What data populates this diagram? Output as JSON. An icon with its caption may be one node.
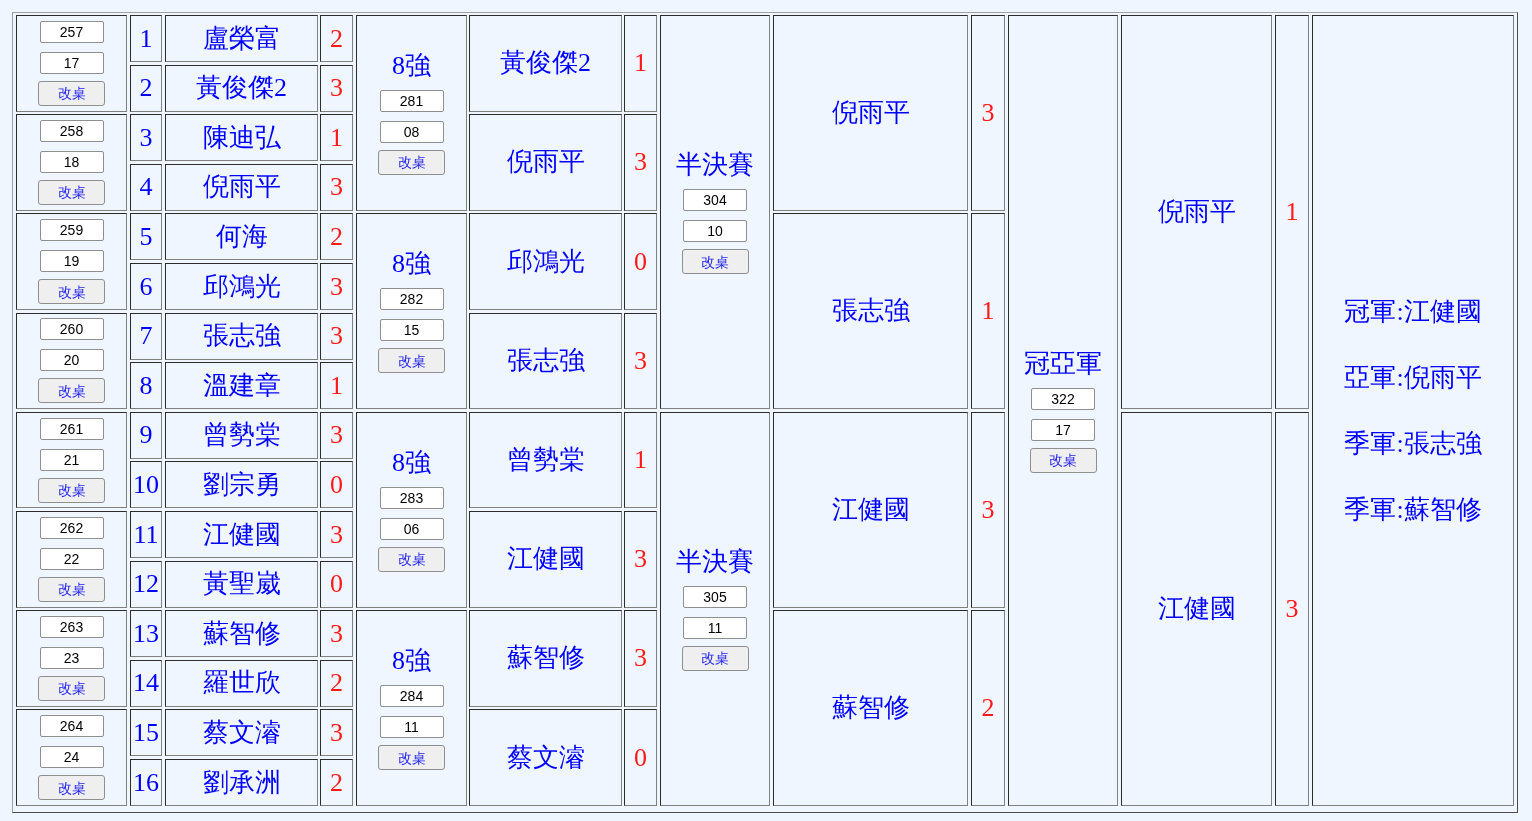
{
  "diagram": {
    "nodes": [
      {
        "text": [
          "257",
          "17",
          "改桌"
        ]
      },
      {
        "text": [
          "1"
        ]
      },
      {
        "text": [
          "盧榮富"
        ]
      },
      {
        "text": [
          "2"
        ]
      },
      {
        "text": [
          "8強",
          "281",
          "08",
          "改桌"
        ]
      },
      {
        "text": [
          "黃俊傑2"
        ]
      },
      {
        "text": [
          "1"
        ]
      },
      {
        "text": [
          "半決賽",
          "304",
          "10",
          "改桌"
        ]
      },
      {
        "text": [
          "倪雨平"
        ]
      },
      {
        "text": [
          "3"
        ]
      },
      {
        "text": [
          "冠亞軍",
          "322",
          "17",
          "改桌"
        ]
      },
      {
        "text": [
          "倪雨平"
        ]
      },
      {
        "text": [
          "1"
        ]
      },
      {
        "text": [
          "冠軍:江健國",
          "亞軍:倪雨平",
          "季軍:張志強",
          "季軍:蘇智修"
        ]
      },
      {
        "text": [
          "2"
        ]
      },
      {
        "text": [
          "黃俊傑2"
        ]
      },
      {
        "text": [
          "3"
        ]
      },
      {
        "text": [
          "258",
          "18",
          "改桌"
        ]
      },
      {
        "text": [
          "3"
        ]
      },
      {
        "text": [
          "陳迪弘"
        ]
      },
      {
        "text": [
          "1"
        ]
      },
      {
        "text": [
          "倪雨平"
        ]
      },
      {
        "text": [
          "3"
        ]
      },
      {
        "text": [
          "4"
        ]
      },
      {
        "text": [
          "倪雨平"
        ]
      },
      {
        "text": [
          "3"
        ]
      },
      {
        "text": [
          "259",
          "19",
          "改桌"
        ]
      },
      {
        "text": [
          "5"
        ]
      },
      {
        "text": [
          "何海"
        ]
      },
      {
        "text": [
          "2"
        ]
      },
      {
        "text": [
          "8強",
          "282",
          "15",
          "改桌"
        ]
      },
      {
        "text": [
          "邱鴻光"
        ]
      },
      {
        "text": [
          "0"
        ]
      },
      {
        "text": [
          "張志強"
        ]
      },
      {
        "text": [
          "1"
        ]
      },
      {
        "text": [
          "6"
        ]
      },
      {
        "text": [
          "邱鴻光"
        ]
      },
      {
        "text": [
          "3"
        ]
      },
      {
        "text": [
          "260",
          "20",
          "改桌"
        ]
      },
      {
        "text": [
          "7"
        ]
      },
      {
        "text": [
          "張志強"
        ]
      },
      {
        "text": [
          "3"
        ]
      },
      {
        "text": [
          "張志強"
        ]
      },
      {
        "text": [
          "3"
        ]
      },
      {
        "text": [
          "8"
        ]
      },
      {
        "text": [
          "溫建章"
        ]
      },
      {
        "text": [
          "1"
        ]
      },
      {
        "text": [
          "261",
          "21",
          "改桌"
        ]
      },
      {
        "text": [
          "9"
        ]
      },
      {
        "text": [
          "曾勢棠"
        ]
      },
      {
        "text": [
          "3"
        ]
      },
      {
        "text": [
          "8強",
          "283",
          "06",
          "改桌"
        ]
      },
      {
        "text": [
          "曾勢棠"
        ]
      },
      {
        "text": [
          "1"
        ]
      },
      {
        "text": [
          "半決賽",
          "305",
          "11",
          "改桌"
        ]
      },
      {
        "text": [
          "江健國"
        ]
      },
      {
        "text": [
          "3"
        ]
      },
      {
        "text": [
          "江健國"
        ]
      },
      {
        "text": [
          "3"
        ]
      },
      {
        "text": [
          "10"
        ]
      },
      {
        "text": [
          "劉宗勇"
        ]
      },
      {
        "text": [
          "0"
        ]
      },
      {
        "text": [
          "262",
          "22",
          "改桌"
        ]
      },
      {
        "text": [
          "11"
        ]
      },
      {
        "text": [
          "江健國"
        ]
      },
      {
        "text": [
          "3"
        ]
      },
      {
        "text": [
          "江健國"
        ]
      },
      {
        "text": [
          "3"
        ]
      },
      {
        "text": [
          "12"
        ]
      },
      {
        "text": [
          "黃聖崴"
        ]
      },
      {
        "text": [
          "0"
        ]
      },
      {
        "text": [
          "263",
          "23",
          "改桌"
        ]
      },
      {
        "text": [
          "13"
        ]
      },
      {
        "text": [
          "蘇智修"
        ]
      },
      {
        "text": [
          "3"
        ]
      },
      {
        "text": [
          "8強",
          "284",
          "11",
          "改桌"
        ]
      },
      {
        "text": [
          "蘇智修"
        ]
      },
      {
        "text": [
          "3"
        ]
      },
      {
        "text": [
          "蘇智修"
        ]
      },
      {
        "text": [
          "2"
        ]
      },
      {
        "text": [
          "14"
        ]
      },
      {
        "text": [
          "羅世欣"
        ]
      },
      {
        "text": [
          "2"
        ]
      },
      {
        "text": [
          "264",
          "24",
          "改桌"
        ]
      },
      {
        "text": [
          "15"
        ]
      },
      {
        "text": [
          "蔡文濬"
        ]
      },
      {
        "text": [
          "3"
        ]
      },
      {
        "text": [
          "蔡文濬"
        ]
      },
      {
        "text": [
          "0"
        ]
      },
      {
        "text": [
          "16"
        ]
      },
      {
        "text": [
          "劉承洲"
        ]
      },
      {
        "text": [
          "2"
        ]
      }
    ]
  }
}
